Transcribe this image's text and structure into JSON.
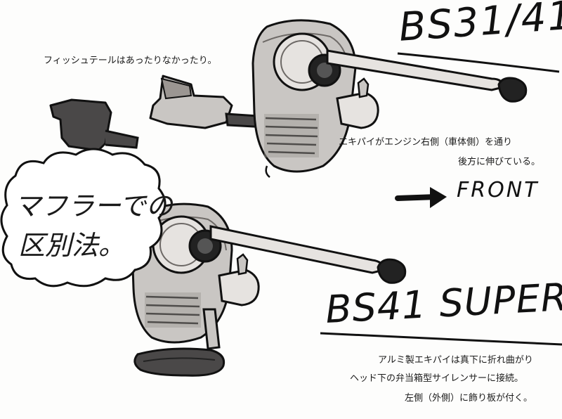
{
  "title_bs3141": "BS31/41",
  "title_bs41super": "BS41 SUPER",
  "front_label": "FRONT",
  "bubble": {
    "line1": "マフラーでの",
    "line2": "区別法。"
  },
  "notes": {
    "fishtail": "フィッシュテールはあったりなかったり。",
    "exhaust_line1": "エキパイがエンジン右側（車体側）を通り",
    "exhaust_line2": "後方に伸びている。",
    "super_line1": "アルミ製エキパイは真下に折れ曲がり",
    "super_line2": "ヘッド下の弁当箱型サイレンサーに接続。",
    "super_line3": "左側（外側）に飾り板が付く。"
  },
  "colors": {
    "ink": "#111111",
    "engine_body": "#c9c6c3",
    "engine_shade": "#9b9692",
    "dark_muffler": "#4a4848",
    "plug_black": "#222222"
  }
}
